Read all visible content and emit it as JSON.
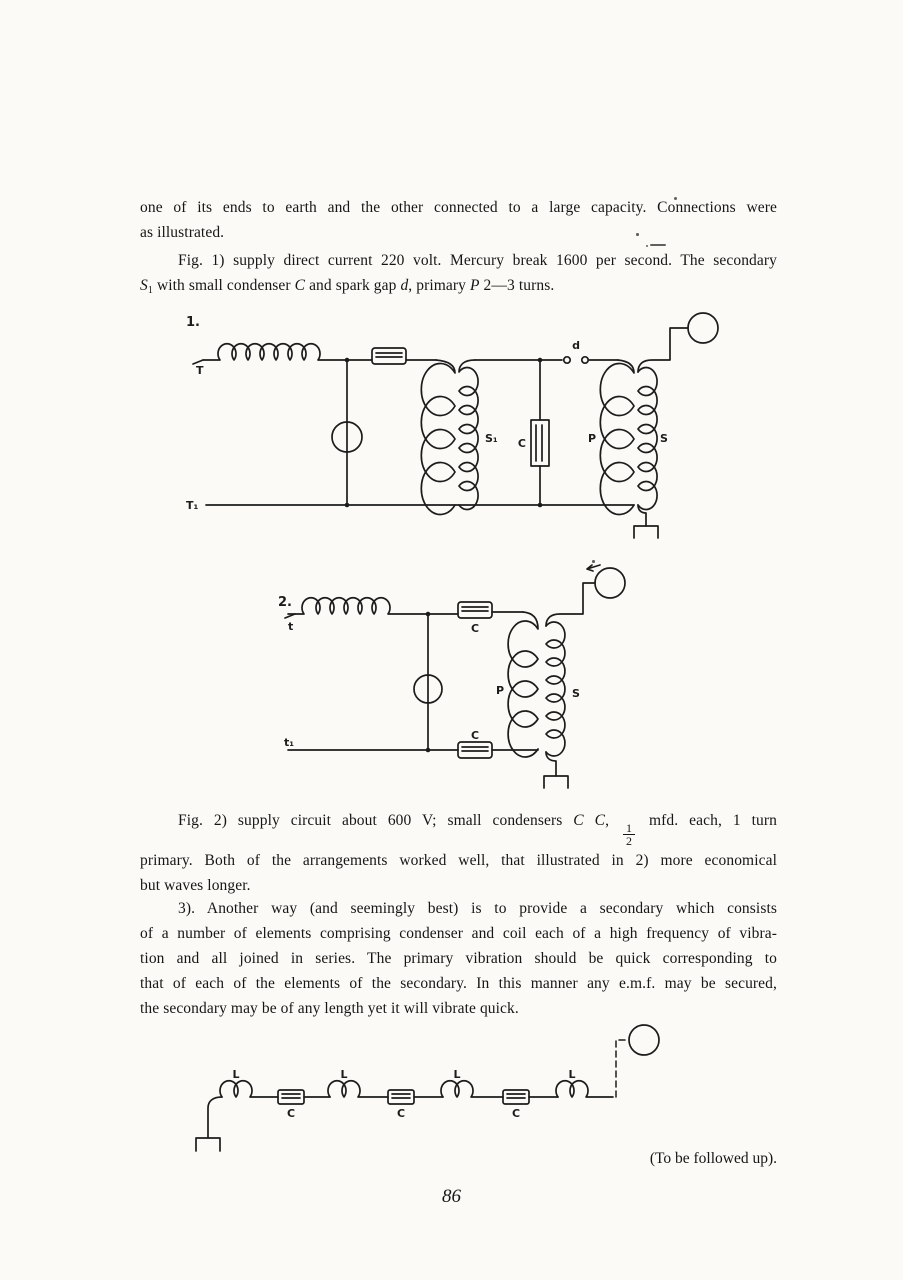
{
  "colors": {
    "ink": "#1c1c1c",
    "paper": "#fbfaf7"
  },
  "page": {
    "number": "86",
    "closing": "(To be followed up)."
  },
  "paragraphs": [
    {
      "indent": false,
      "lines": [
        {
          "just": true,
          "segs": [
            {
              "t": "one of its ends to earth and the other connected to a large capacity. Connections were"
            }
          ]
        },
        {
          "just": false,
          "segs": [
            {
              "t": "as illustrated."
            }
          ]
        }
      ]
    },
    {
      "indent": true,
      "lines": [
        {
          "just": true,
          "segs": [
            {
              "t": "Fig. 1) supply direct current 220 volt. Mercury break 1600 per second. The secondary"
            }
          ]
        },
        {
          "just": false,
          "segs": [
            {
              "t": "S",
              "i": true
            },
            {
              "t": "1",
              "sub": true
            },
            {
              "t": " with small condenser "
            },
            {
              "t": "C",
              "i": true
            },
            {
              "t": " and spark gap "
            },
            {
              "t": "d",
              "i": true
            },
            {
              "t": ", primary "
            },
            {
              "t": "P",
              "i": true
            },
            {
              "t": " 2—3 turns."
            }
          ]
        }
      ]
    },
    {
      "indent": true,
      "lines": [
        {
          "just": true,
          "segs": [
            {
              "t": "Fig. 2) supply circuit about 600 V;  small condensers "
            },
            {
              "t": "C C",
              "i": true
            },
            {
              "t": ", "
            },
            {
              "frac": [
                "1",
                "2"
              ]
            },
            {
              "t": " mfd. each, 1 turn"
            }
          ]
        },
        {
          "just": true,
          "segs": [
            {
              "t": "primary. Both of the arrangements worked well, that illustrated in 2) more economical"
            }
          ]
        },
        {
          "just": false,
          "segs": [
            {
              "t": "but waves longer."
            }
          ]
        }
      ]
    },
    {
      "indent": true,
      "lines": [
        {
          "just": true,
          "segs": [
            {
              "t": "3). Another way (and seemingly best) is to provide a secondary which consists"
            }
          ]
        },
        {
          "just": true,
          "segs": [
            {
              "t": "of a number of elements comprising condenser and coil each of a high frequency of vibra-"
            }
          ]
        },
        {
          "just": true,
          "segs": [
            {
              "t": "tion and all joined in series. The primary vibration should be quick  corresponding  to"
            }
          ]
        },
        {
          "just": true,
          "segs": [
            {
              "t": "that of each of the elements of the secondary. In this manner any e.m.f. may be secured,"
            }
          ]
        },
        {
          "just": false,
          "segs": [
            {
              "t": "the secondary may be of any length yet it will vibrate quick."
            }
          ]
        }
      ]
    }
  ],
  "fig1": {
    "no": "1.",
    "t_top": "T",
    "t_bottom": "T₁",
    "s1": "S₁",
    "c": "C",
    "d": "d",
    "p": "P",
    "s": "S"
  },
  "fig2": {
    "no": "2.",
    "t_top": "t",
    "t_bottom": "t₁",
    "c_top": "C",
    "c_bottom": "C",
    "p": "P",
    "s": "S"
  },
  "fig3": {
    "l": [
      "L",
      "L",
      "L",
      "L"
    ],
    "c": [
      "C",
      "C",
      "C"
    ]
  }
}
